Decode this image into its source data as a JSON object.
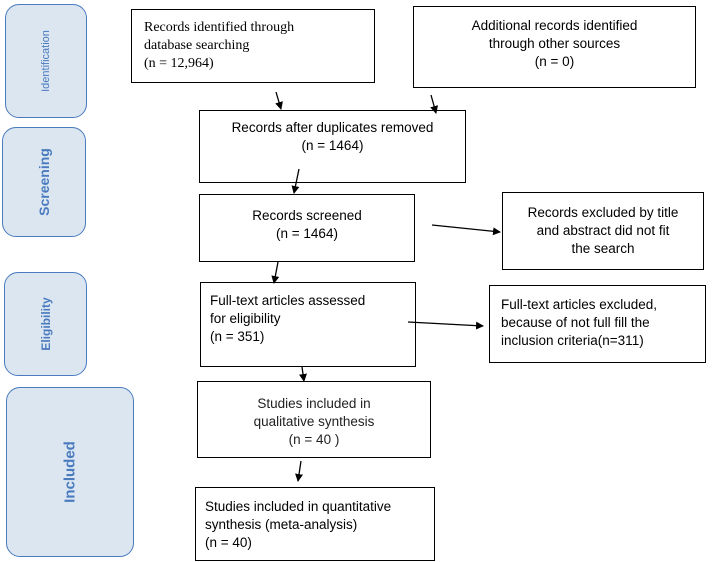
{
  "stages": {
    "identification": "Identification",
    "screening": "Screening",
    "eligibility": "Eligibility",
    "included": "Included"
  },
  "boxes": {
    "database_records": [
      "Records identified through",
      "database searching",
      "(n = 12,964)"
    ],
    "other_records": [
      "Additional records identified",
      "through other sources",
      "(n = 0)"
    ],
    "duplicates_removed": [
      "Records after duplicates removed",
      "(n = 1464)"
    ],
    "records_screened": [
      "Records screened",
      "(n = 1464)"
    ],
    "records_excluded": [
      "Records excluded by title",
      "and abstract did not fit",
      "the search"
    ],
    "fulltext_assessed": [
      "Full-text articles assessed",
      "for eligibility",
      "(n = 351)"
    ],
    "fulltext_excluded": [
      "Full-text articles excluded,",
      "because of not full fill the",
      "inclusion criteria(n=311)"
    ],
    "qualitative": [
      "Studies included in",
      "qualitative synthesis",
      "(n = 40 )"
    ],
    "quantitative": [
      "Studies included in quantitative",
      "synthesis (meta-analysis)",
      "(n =   40)"
    ]
  }
}
